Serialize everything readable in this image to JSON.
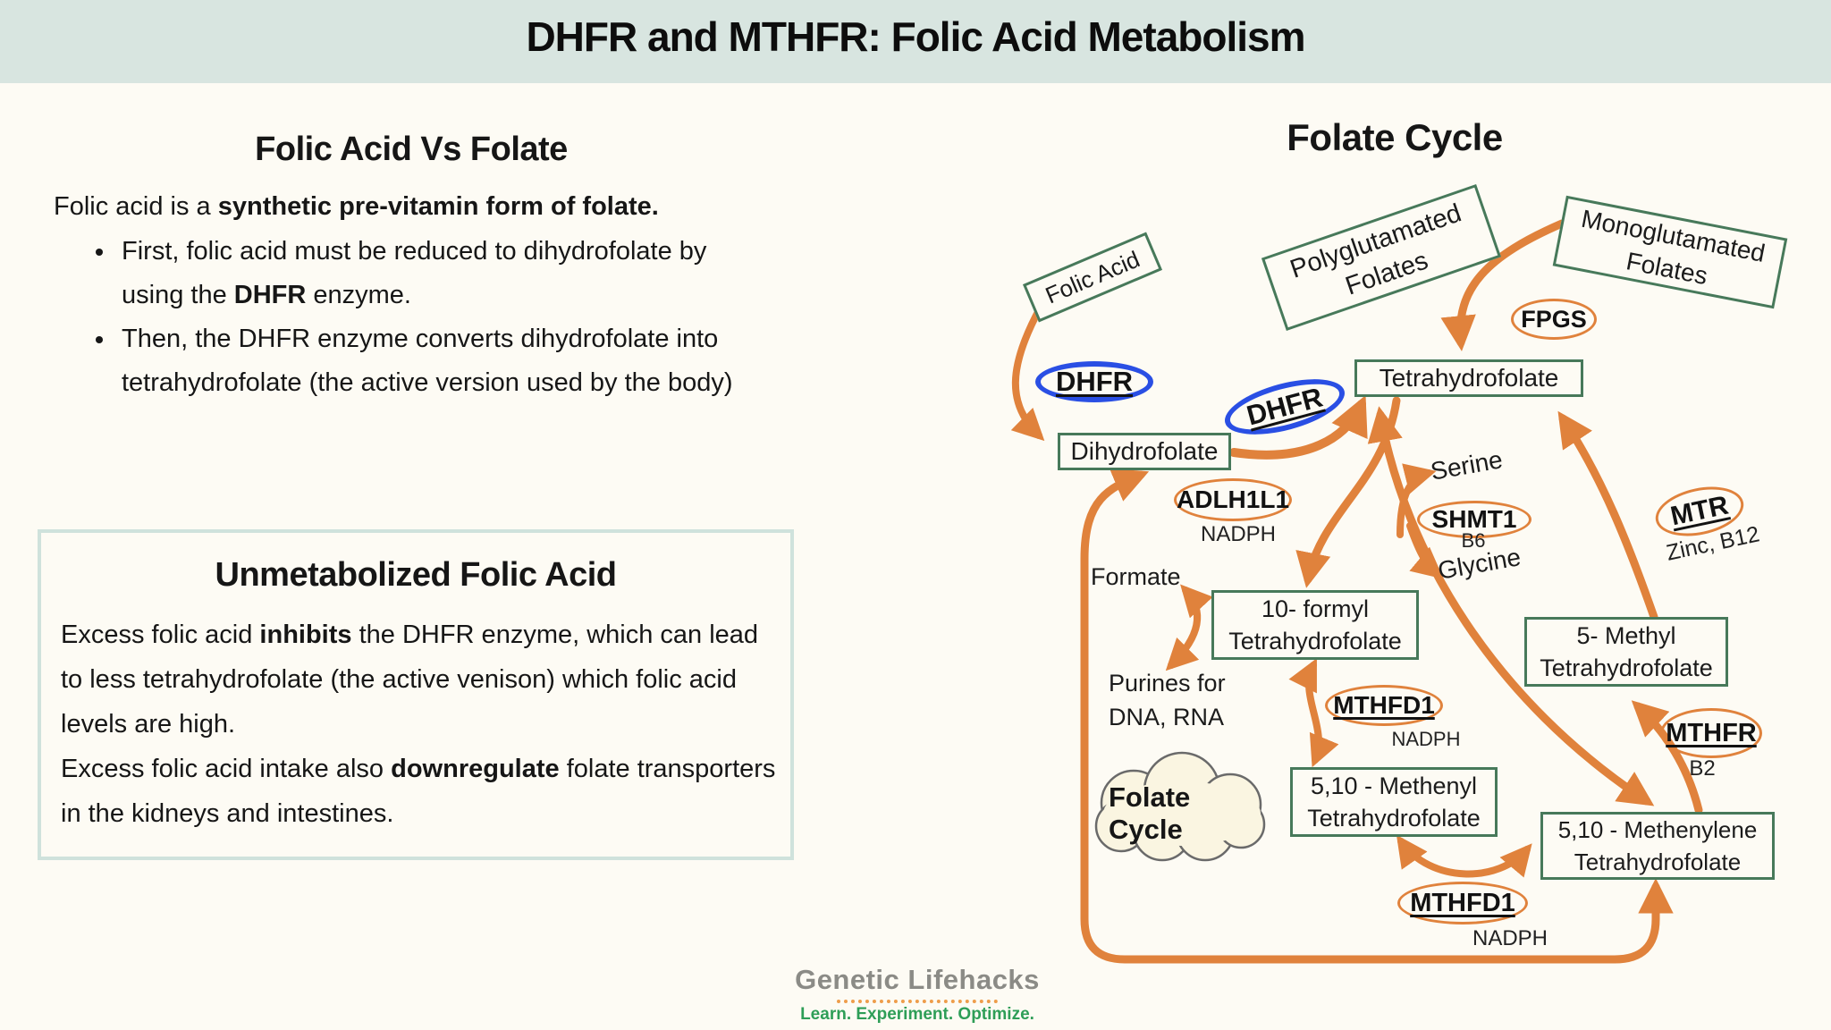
{
  "title": "DHFR and MTHFR: Folic Acid Metabolism",
  "left": {
    "section1": {
      "heading": "Folic Acid Vs Folate",
      "intro_pre": "Folic acid is a ",
      "intro_bold": "synthetic pre-vitamin form of folate.",
      "bullets": [
        {
          "pre": "First, folic acid must be reduced to dihydrofolate by using the ",
          "bold": "DHFR",
          "post": " enzyme."
        },
        {
          "pre": "Then, the DHFR enzyme converts dihydrofolate into tetrahydrofolate (the active version used by the body)",
          "bold": "",
          "post": ""
        }
      ]
    },
    "section2": {
      "heading": "Unmetabolized Folic Acid",
      "p1_pre": "Excess folic acid ",
      "p1_bold": "inhibits",
      "p1_post": " the DHFR enzyme, which can lead to less tetrahydrofolate (the active venison) which folic acid levels are high.",
      "p2_pre": "Excess folic acid intake also ",
      "p2_bold": "downregulate",
      "p2_post": " folate transporters in the kidneys and intestines."
    }
  },
  "diagram": {
    "heading": "Folate Cycle",
    "nodes": {
      "folic_acid": "Folic Acid",
      "polyglutamated": "Polyglutamated\nFolates",
      "monoglutamated": "Monoglutamated\nFolates",
      "tetrahydrofolate": "Tetrahydrofolate",
      "dihydrofolate": "Dihydrofolate",
      "formyl": "10- formyl\nTetrahydrofolate",
      "methyl": "5- Methyl\nTetrahydrofolate",
      "methenyl": "5,10 - Methenyl\nTetrahydrofolate",
      "methenylene": "5,10 - Methenylene\nTetrahydrofolate"
    },
    "enzymes": {
      "dhfr1": "DHFR",
      "dhfr2": "DHFR",
      "fpgs": "FPGS",
      "adlh1l1": "ADLH1L1",
      "shmt1": "SHMT1",
      "mtr": "MTR",
      "mthfd1a": "MTHFD1",
      "mthfd1b": "MTHFD1",
      "mthfr": "MTHFR"
    },
    "cofactors": {
      "nadph1": "NADPH",
      "nadph2": "NADPH",
      "nadph3": "NADPH",
      "b6": "B6",
      "zinc_b12": "Zinc, B12",
      "b2": "B2"
    },
    "metabolites": {
      "serine": "Serine",
      "glycine": "Glycine",
      "formate": "Formate",
      "purines": "Purines for\nDNA, RNA"
    },
    "cloud_label": "Folate Cycle"
  },
  "footer": {
    "logo": "Genetic Lifehacks",
    "tagline": "Learn. Experiment. Optimize."
  },
  "colors": {
    "header_bg": "#d8e5e0",
    "page_bg": "#fdfbf4",
    "arrow_orange": "#e0823c",
    "node_green": "#47795a",
    "enzyme_blue": "#2a4fe4",
    "cloud_fill": "#faf5e1",
    "logo_gray": "#8b8b86",
    "logo_green": "#2e9e57"
  }
}
